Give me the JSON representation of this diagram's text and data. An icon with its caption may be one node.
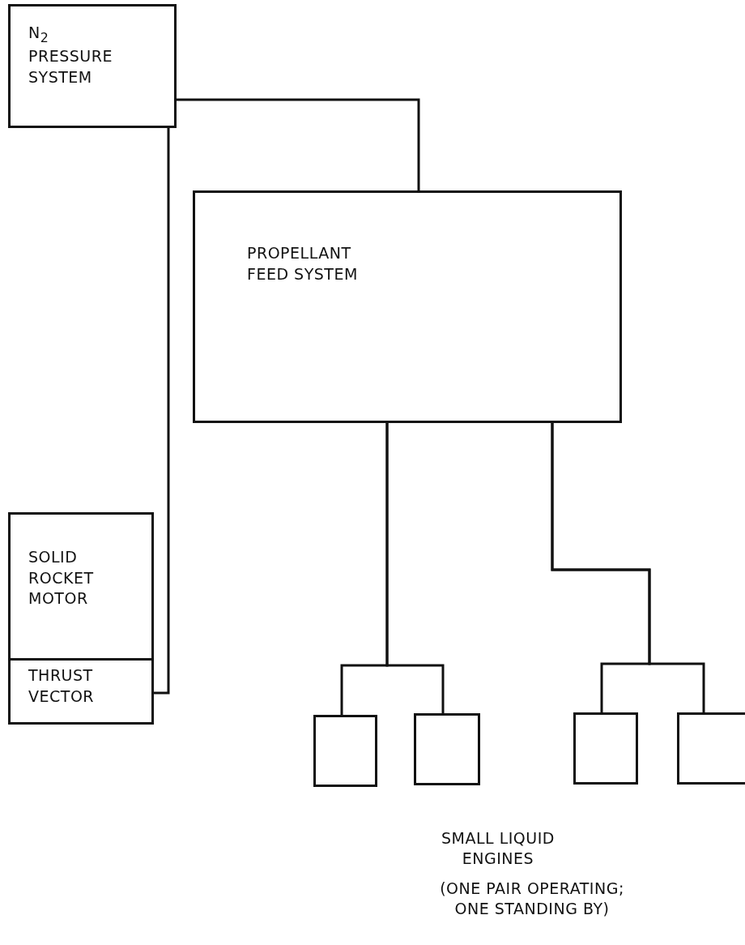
{
  "diagram": {
    "nodes": [
      {
        "text": [
          "N$_{2}$ PRESSURE SYSTEM"
        ]
      },
      {
        "text": [
          "PROPELLANT FEED SYSTEM"
        ]
      },
      {
        "text": [
          "SOLID ROCKET MOTOR"
        ]
      },
      {
        "text": [
          "THRUST VECTOR"
        ]
      },
      {
        "text": [],
        "shape": "box"
      },
      {
        "text": [],
        "shape": "box"
      },
      {
        "text": [],
        "shape": "box"
      },
      {
        "text": [],
        "shape": "box"
      }
    ],
    "edges": [
      {
        "from": 0,
        "to": 1,
        "arrow": "none"
      },
      {
        "from": 0,
        "to": 3,
        "arrow": "none"
      },
      {
        "from": 1,
        "to": 4,
        "arrow": "none"
      },
      {
        "from": 1,
        "to": 5,
        "arrow": "none"
      },
      {
        "from": 1,
        "to": 6,
        "arrow": "none"
      },
      {
        "from": 1,
        "to": 7,
        "arrow": "none"
      }
    ],
    "labels": [
      "SMALL LIQUID ENGINES",
      "(ONE PAIR OPERATING; ONE STANDING BY)"
    ]
  }
}
